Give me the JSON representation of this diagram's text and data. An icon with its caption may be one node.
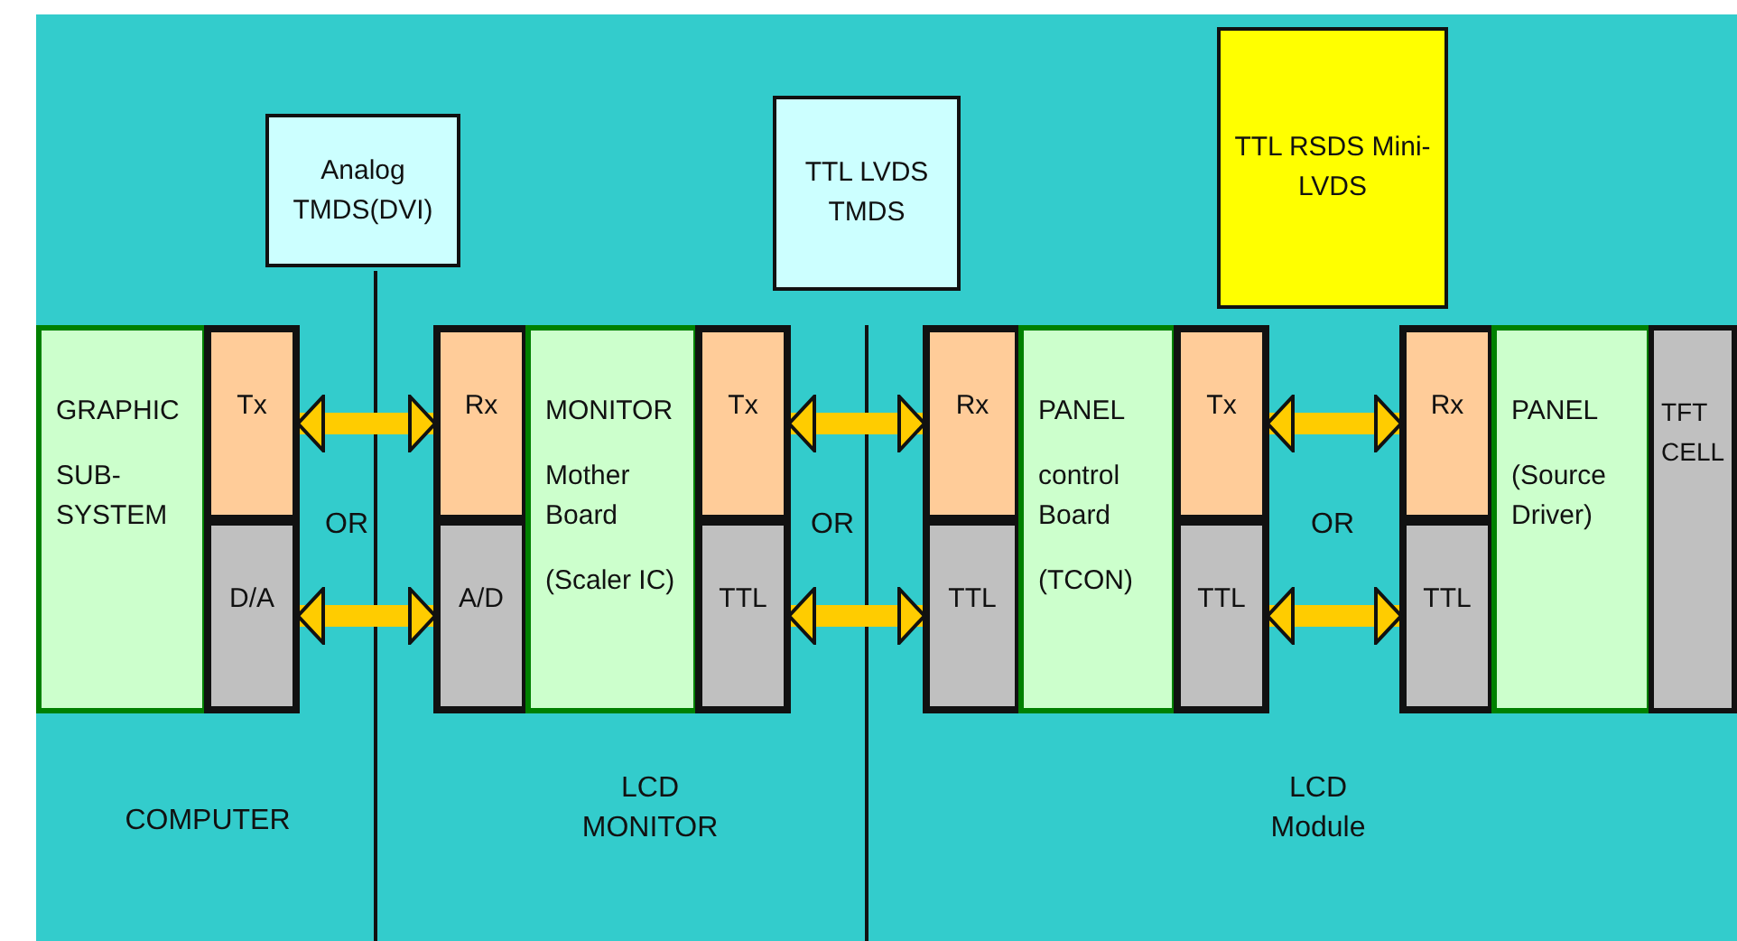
{
  "diagram": {
    "nodes": [
      {
        "text": [
          "Analog TMDS(DVI)"
        ]
      },
      {
        "text": [
          "TTL LVDS TMDS"
        ]
      },
      {
        "text": [
          "TTL RSDS Mini-LVDS"
        ]
      },
      {
        "text": [
          "GRAPHIC",
          "SUB-SYSTEM"
        ]
      },
      {
        "text": [
          "Tx"
        ]
      },
      {
        "text": [
          "D/A"
        ]
      },
      {
        "text": [
          "Rx"
        ]
      },
      {
        "text": [
          "A/D"
        ]
      },
      {
        "text": [
          "MONITOR",
          "Mother Board",
          "(Scaler IC)"
        ]
      },
      {
        "text": [
          "Tx"
        ]
      },
      {
        "text": [
          "TTL"
        ]
      },
      {
        "text": [
          "Rx"
        ]
      },
      {
        "text": [
          "TTL"
        ]
      },
      {
        "text": [
          "PANEL",
          "control Board",
          "(TCON)"
        ]
      },
      {
        "text": [
          "Tx"
        ]
      },
      {
        "text": [
          "TTL"
        ]
      },
      {
        "text": [
          "Rx"
        ]
      },
      {
        "text": [
          "TTL"
        ]
      },
      {
        "text": [
          "PANEL",
          "(Source Driver)"
        ]
      },
      {
        "text": [
          "TFT CELL"
        ]
      }
    ],
    "edges": [
      {
        "from": 4,
        "to": 6,
        "arrow": "both"
      },
      {
        "from": 5,
        "to": 7,
        "arrow": "both"
      },
      {
        "from": 9,
        "to": 11,
        "arrow": "both"
      },
      {
        "from": 10,
        "to": 12,
        "arrow": "both"
      },
      {
        "from": 14,
        "to": 16,
        "arrow": "both"
      },
      {
        "from": 15,
        "to": 17,
        "arrow": "both"
      }
    ],
    "labels": [
      "OR",
      "OR",
      "OR",
      "COMPUTER",
      "LCD MONITOR",
      "LCD Module"
    ]
  }
}
